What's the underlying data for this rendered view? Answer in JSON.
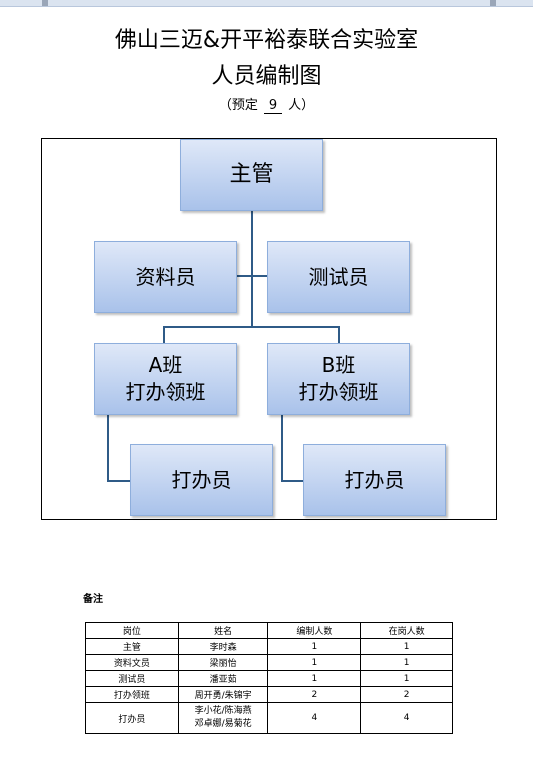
{
  "doc": {
    "title_line1": "佛山三迈&开平裕泰联合实验室",
    "title_line2": "人员编制图",
    "planned_prefix": "（预定",
    "planned_count": "9",
    "planned_suffix": "人）"
  },
  "org": {
    "manager": "主管",
    "clerk": "资料员",
    "tester": "测试员",
    "team_a_line1": "A班",
    "team_a_line2": "打办领班",
    "team_b_line1": "B班",
    "team_b_line2": "打办领班",
    "staff_a": "打办员",
    "staff_b": "打办员"
  },
  "remarks": {
    "label": "备注",
    "headers": [
      "岗位",
      "姓名",
      "编制人数",
      "在岗人数"
    ],
    "rows": [
      {
        "post": "主管",
        "name1": "李时森",
        "name2": "",
        "planned": "1",
        "actual": "1"
      },
      {
        "post": "资料文员",
        "name1": "梁丽怡",
        "name2": "",
        "planned": "1",
        "actual": "1"
      },
      {
        "post": "测试员",
        "name1": "潘亚茹",
        "name2": "",
        "planned": "1",
        "actual": "1"
      },
      {
        "post": "打办领班",
        "name1": "周开勇/朱锦宇",
        "name2": "",
        "planned": "2",
        "actual": "2"
      },
      {
        "post": "打办员",
        "name1": "李小花/陈海燕",
        "name2": "邓卓娜/易菊花",
        "planned": "4",
        "actual": "4"
      }
    ]
  }
}
